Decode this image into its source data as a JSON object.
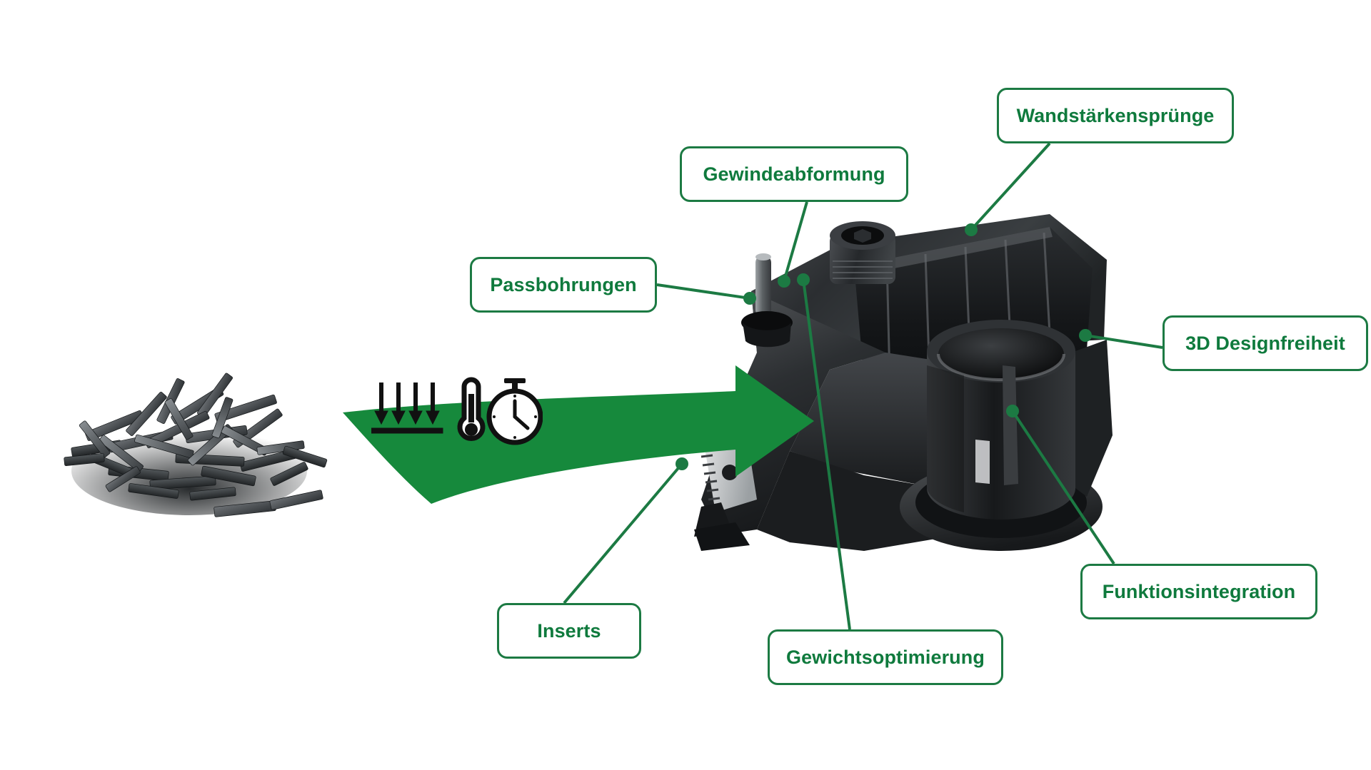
{
  "diagram": {
    "title": "Carbon fibre compound compression moulding - part features",
    "accent_green": "#1c7a43",
    "arrow_green": "#16893c",
    "label_text_green": "#0f7a3d"
  },
  "callouts": [
    {
      "id": "wandstaerkenspruenge",
      "label": "Wandstärkensprünge",
      "anchor": "ribbed-wall-top"
    },
    {
      "id": "gewindeabformung",
      "label": "Gewindeabformung",
      "anchor": "moulded-thread-boss"
    },
    {
      "id": "passbohrungen",
      "label": "Passbohrungen",
      "anchor": "dowel-pin-bore"
    },
    {
      "id": "designfreiheit3d",
      "label": "3D Designfreiheit",
      "anchor": "cylindrical-cup-rim"
    },
    {
      "id": "funktionsintegration",
      "label": "Funktionsintegration",
      "anchor": "internal-rib-in-cup"
    },
    {
      "id": "gewichtsoptimierung",
      "label": "Gewichtsoptimierung",
      "anchor": "thin-web-section"
    },
    {
      "id": "inserts",
      "label": "Inserts",
      "anchor": "metal-insert-plate"
    }
  ],
  "process_icons": [
    {
      "id": "pressure",
      "name": "pressure-arrows-icon",
      "meaning": "Druck"
    },
    {
      "id": "temperature",
      "name": "thermometer-icon",
      "meaning": "Temperatur"
    },
    {
      "id": "time",
      "name": "stopwatch-icon",
      "meaning": "Zeit"
    }
  ],
  "materials": {
    "input": {
      "name": "carbon-fibre-chips",
      "description": "Schüttgut aus Carbonfaser-Chips"
    },
    "output": {
      "name": "moulded-composite-bracket",
      "description": "Gepresstes Bauteil"
    }
  },
  "flow": {
    "direction": "left-to-right",
    "arrow_name": "process-arrow"
  }
}
